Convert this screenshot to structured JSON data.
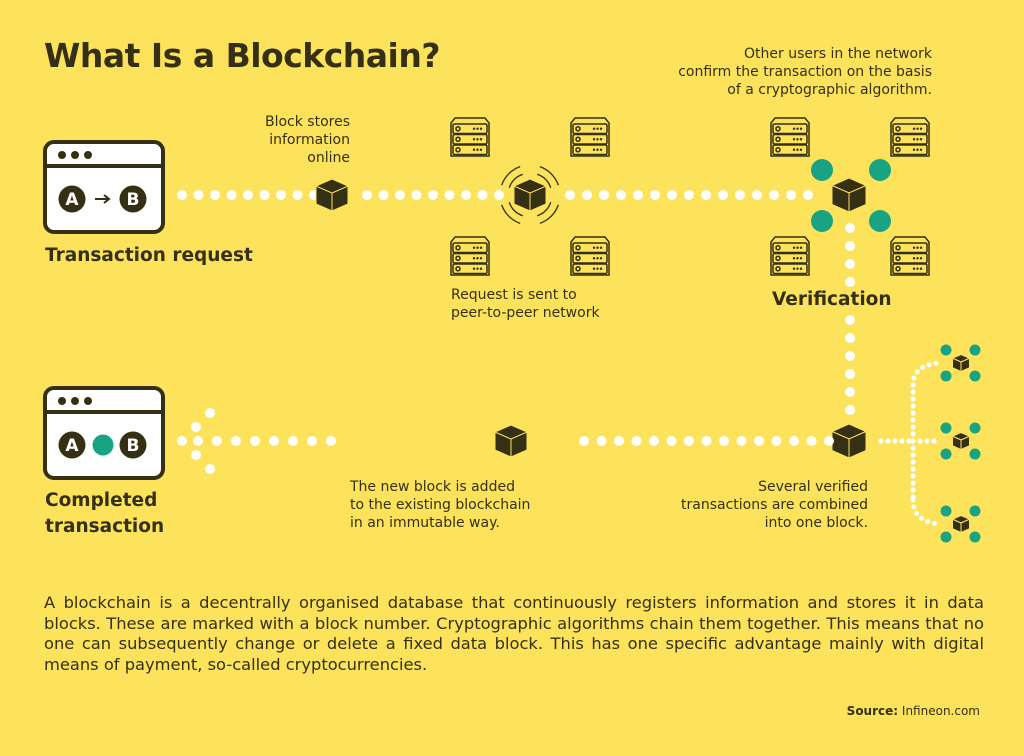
{
  "title": "What Is a Blockchain?",
  "captions": {
    "block_stores": [
      "Block stores",
      "information",
      "online"
    ],
    "p2p": [
      "Request is sent to",
      "peer-to-peer network"
    ],
    "others": [
      "Other users in the network",
      "confirm the transaction on the basis",
      "of a cryptographic algorithm."
    ],
    "new_block": [
      "The new block is added",
      "to the existing blockchain",
      "in an immutable way."
    ],
    "several": [
      "Several verified",
      "transactions are combined",
      "into one block."
    ]
  },
  "labels": {
    "transaction_request": "Transaction request",
    "verification": "Verification",
    "completed": [
      "Completed",
      "transaction"
    ]
  },
  "window_letters": {
    "a": "A",
    "b": "B"
  },
  "paragraph": "A blockchain is a decentrally organised database that continuously registers information and stores it in data blocks. These are marked with a block number. Cryptographic algorithms chain them together. This means that no one can subsequently change or delete a fixed data block. This has one specific advantage mainly with digital means of payment, so-called cryptocurrencies.",
  "source": {
    "label": "Source:",
    "value": "Infineon.com"
  },
  "colors": {
    "background": "#fde35b",
    "dark": "#352f14",
    "teal": "#18a383",
    "dots": "#ffffff"
  }
}
